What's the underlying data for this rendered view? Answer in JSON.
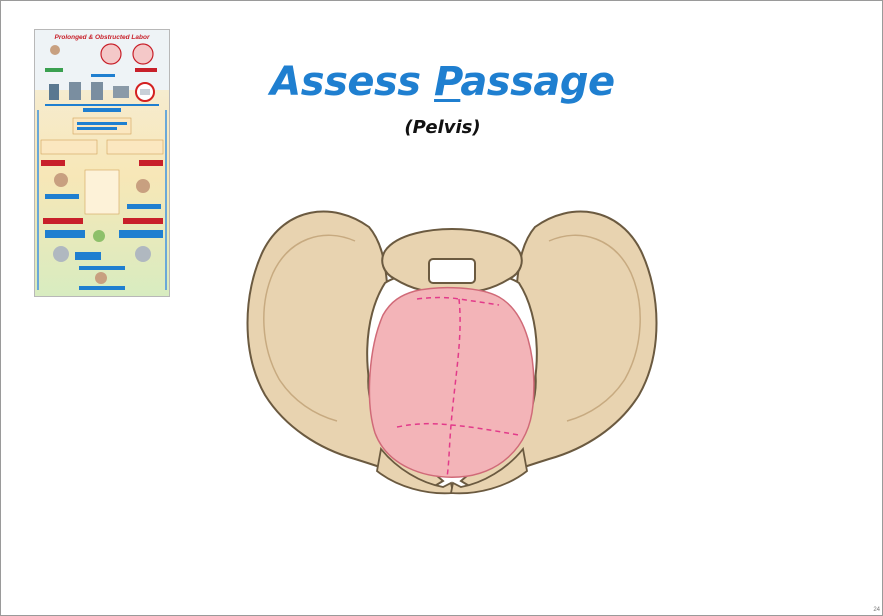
{
  "slide": {
    "title_prefix": "Assess ",
    "title_underlined": "P",
    "title_suffix": "assage",
    "subtitle": "(Pelvis)",
    "page_number": "24"
  },
  "thumbnail": {
    "heading": "Prolonged & Obstructed Labor",
    "icon": "labor-flowchart-thumbnail",
    "highlight_color": "#d42020"
  },
  "illustration": {
    "icon": "pelvis-with-fetal-head-icon",
    "bone_color": "#e8d3b0",
    "bone_outline": "#6b5a40",
    "head_color": "#f3b4b8",
    "suture_color": "#e23a8a"
  }
}
